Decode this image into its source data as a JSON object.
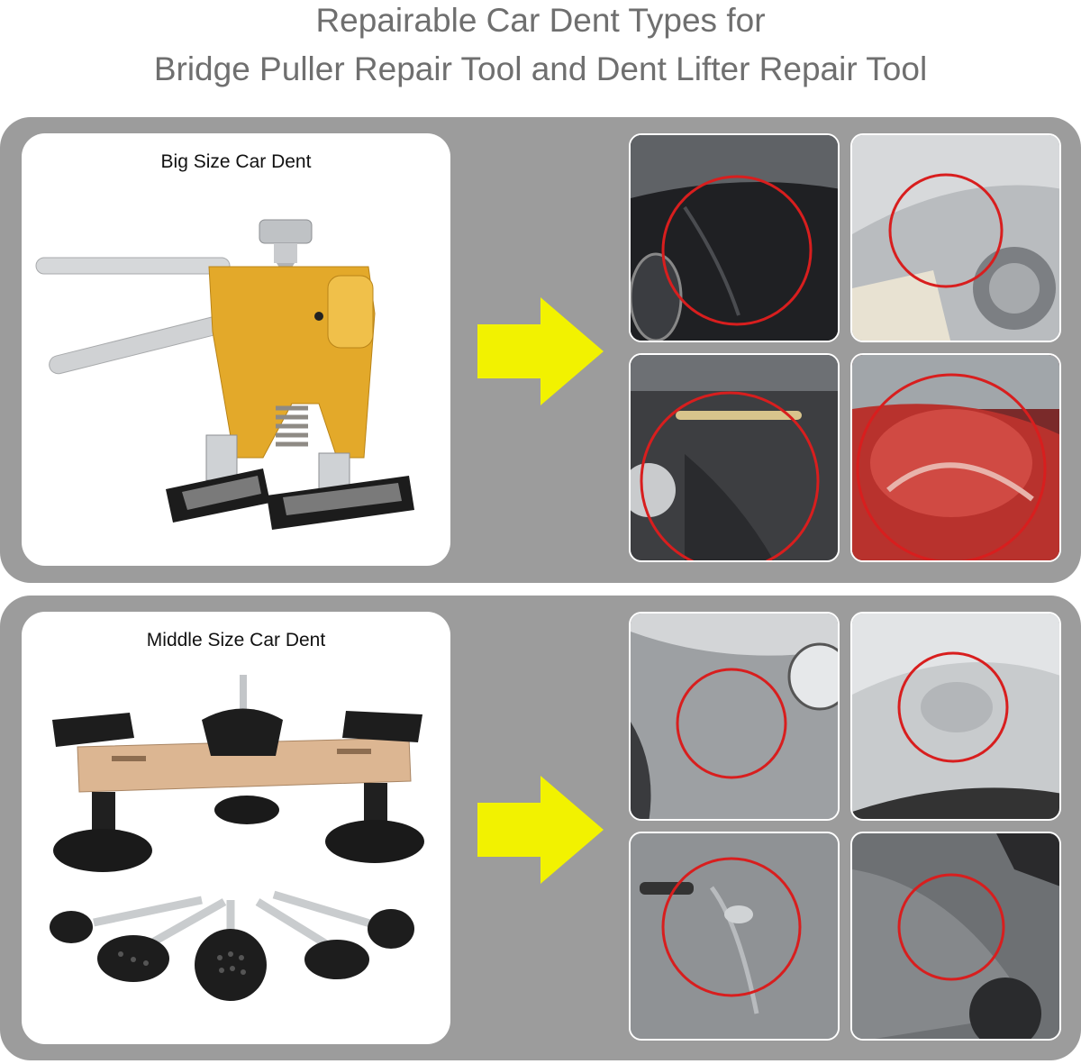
{
  "header": {
    "line1": "Repairable Car Dent Types for",
    "line2": "Bridge Puller Repair Tool and Dent Lifter Repair Tool"
  },
  "sections": [
    {
      "label": "Big Size Car Dent"
    },
    {
      "label": "Middle Size Car Dent"
    }
  ],
  "colors": {
    "panel": "#9c9c9c",
    "arrow": "#f2f200",
    "circle": "#d81e1e",
    "tool_gold": "#e3a92a",
    "bridge_gold": "#dcb692"
  },
  "icons": [
    "dent-lifter-tool-image",
    "bridge-puller-tool-image",
    "right-arrow-icon",
    "dent-circle-marker"
  ]
}
